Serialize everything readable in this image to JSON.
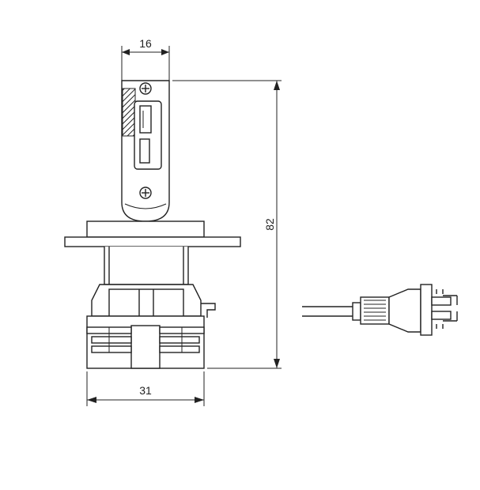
{
  "dimensions": {
    "top_width": "16",
    "total_height": "82",
    "base_width": "31"
  },
  "colors": {
    "line": "#222222",
    "background": "#ffffff"
  },
  "icons": {
    "plus_top": "plus-circle-icon",
    "plus_bottom": "plus-circle-icon"
  }
}
